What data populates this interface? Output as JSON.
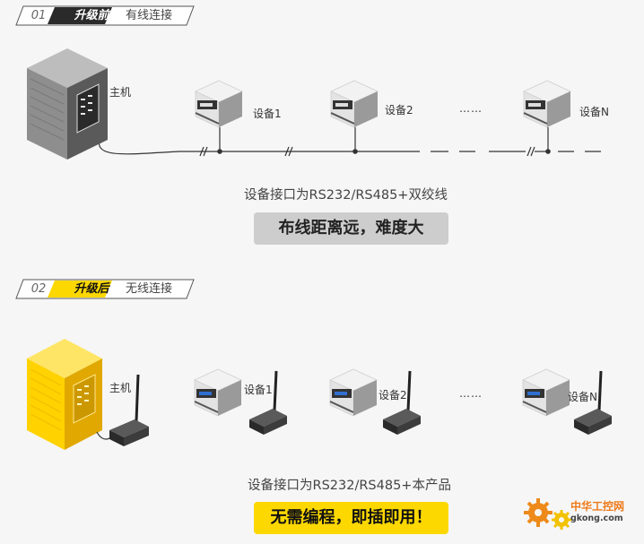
{
  "section1": {
    "number": "01",
    "phase": "升级前",
    "mode": "有线连接",
    "host_label": "主机",
    "devices": [
      "设备1",
      "设备2",
      "设备N"
    ],
    "ellipsis": "……",
    "caption": "设备接口为RS232/RS485+双绞线",
    "highlight": "布线距离远，难度大"
  },
  "section2": {
    "number": "02",
    "phase": "升级后",
    "mode": "无线连接",
    "host_label": "主机",
    "devices": [
      "设备1",
      "设备2",
      "设备N"
    ],
    "ellipsis": "……",
    "caption": "设备接口为RS232/RS485+本产品",
    "highlight": "无需编程，即插即用！"
  },
  "watermark": {
    "name": "中华工控网",
    "domain": "gkong.com"
  },
  "colors": {
    "accent_yellow": "#fdd800",
    "tag_dark": "#333333",
    "pill_gray": "#cdcdcd",
    "cable": "#333333",
    "screen_blue": "#2f6fd0"
  }
}
